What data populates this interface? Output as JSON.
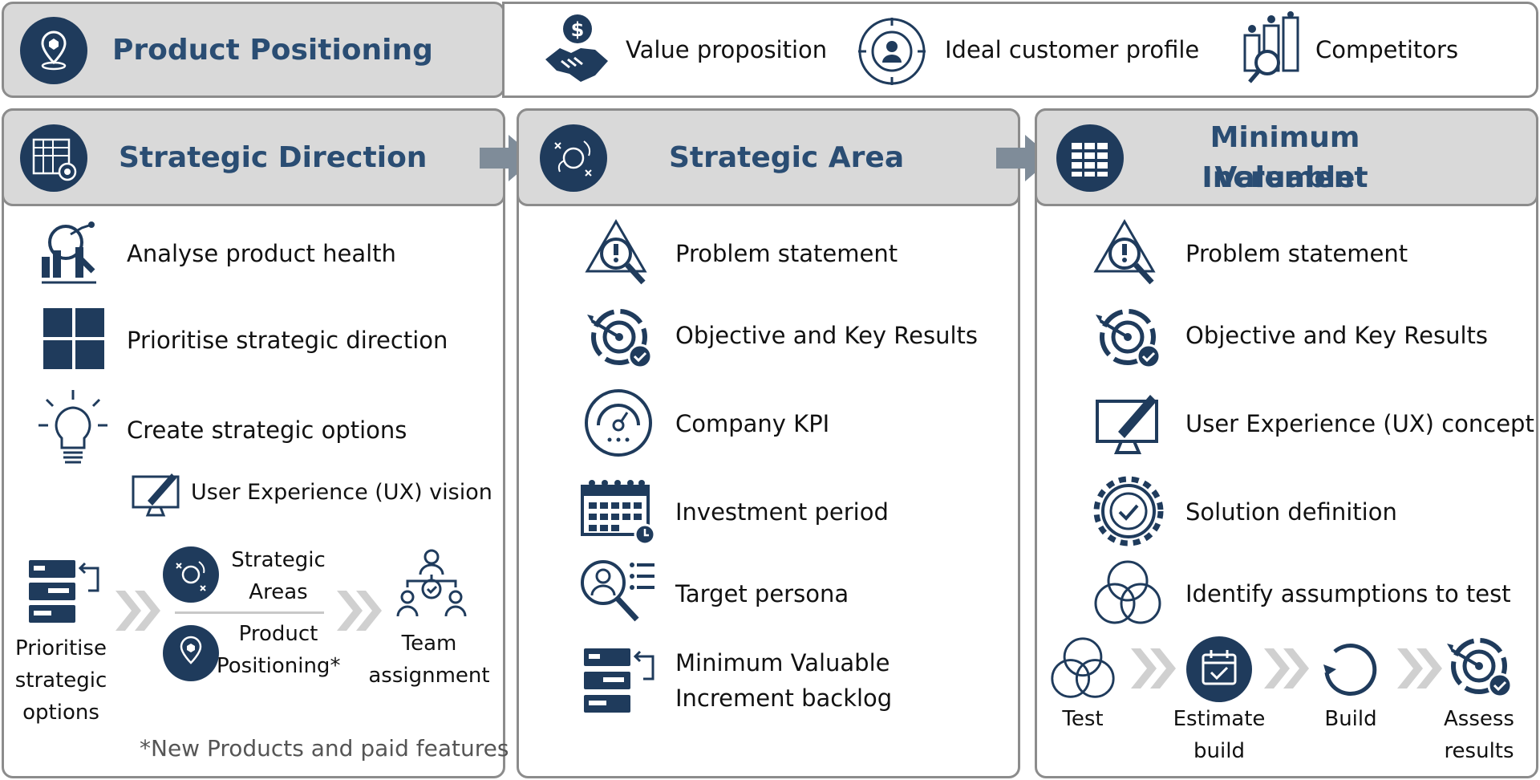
{
  "top_bar": {
    "title": "Product Positioning",
    "items": [
      {
        "label": "Value proposition",
        "icon": "handshake-dollar-icon"
      },
      {
        "label": "Ideal customer profile",
        "icon": "customer-target-icon"
      },
      {
        "label": "Competitors",
        "icon": "competitor-search-icon"
      }
    ]
  },
  "strategic_direction": {
    "title": "Strategic Direction",
    "items": [
      {
        "label": "Analyse product health"
      },
      {
        "label": "Prioritise strategic direction"
      },
      {
        "label": "Create strategic options"
      },
      {
        "label": "User Experience (UX) vision"
      }
    ],
    "flow": {
      "prioritise_label_1": "Prioritise",
      "prioritise_label_2": "strategic",
      "prioritise_label_3": "options",
      "strategic_areas_1": "Strategic",
      "strategic_areas_2": "Areas",
      "product_positioning_1": "Product",
      "product_positioning_2": "Positioning*",
      "team_assignment_1": "Team",
      "team_assignment_2": "assignment"
    },
    "footnote": "*New Products and paid features"
  },
  "strategic_area": {
    "title": "Strategic Area",
    "items": [
      {
        "label": "Problem statement"
      },
      {
        "label": "Objective and Key Results"
      },
      {
        "label": "Company KPI"
      },
      {
        "label": "Investment period"
      },
      {
        "label": "Target persona"
      },
      {
        "label_1": "Minimum Valuable",
        "label_2": "Increment backlog"
      }
    ]
  },
  "mvi": {
    "title_1": "Minimum Valuable",
    "title_2": "Increment",
    "items": [
      {
        "label": "Problem statement"
      },
      {
        "label": "Objective and Key Results"
      },
      {
        "label": "User Experience (UX) concept"
      },
      {
        "label": "Solution definition"
      },
      {
        "label": "Identify assumptions to test"
      }
    ],
    "flow": {
      "test": "Test",
      "estimate_1": "Estimate",
      "estimate_2": "build",
      "build": "Build",
      "assess_1": "Assess",
      "assess_2": "results"
    }
  },
  "colors": {
    "primary": "#1f3b5c",
    "title": "#2a4d73",
    "header_bg": "#d9d9d9",
    "border": "#8c8c8c",
    "chevron": "#d0d0d0"
  }
}
